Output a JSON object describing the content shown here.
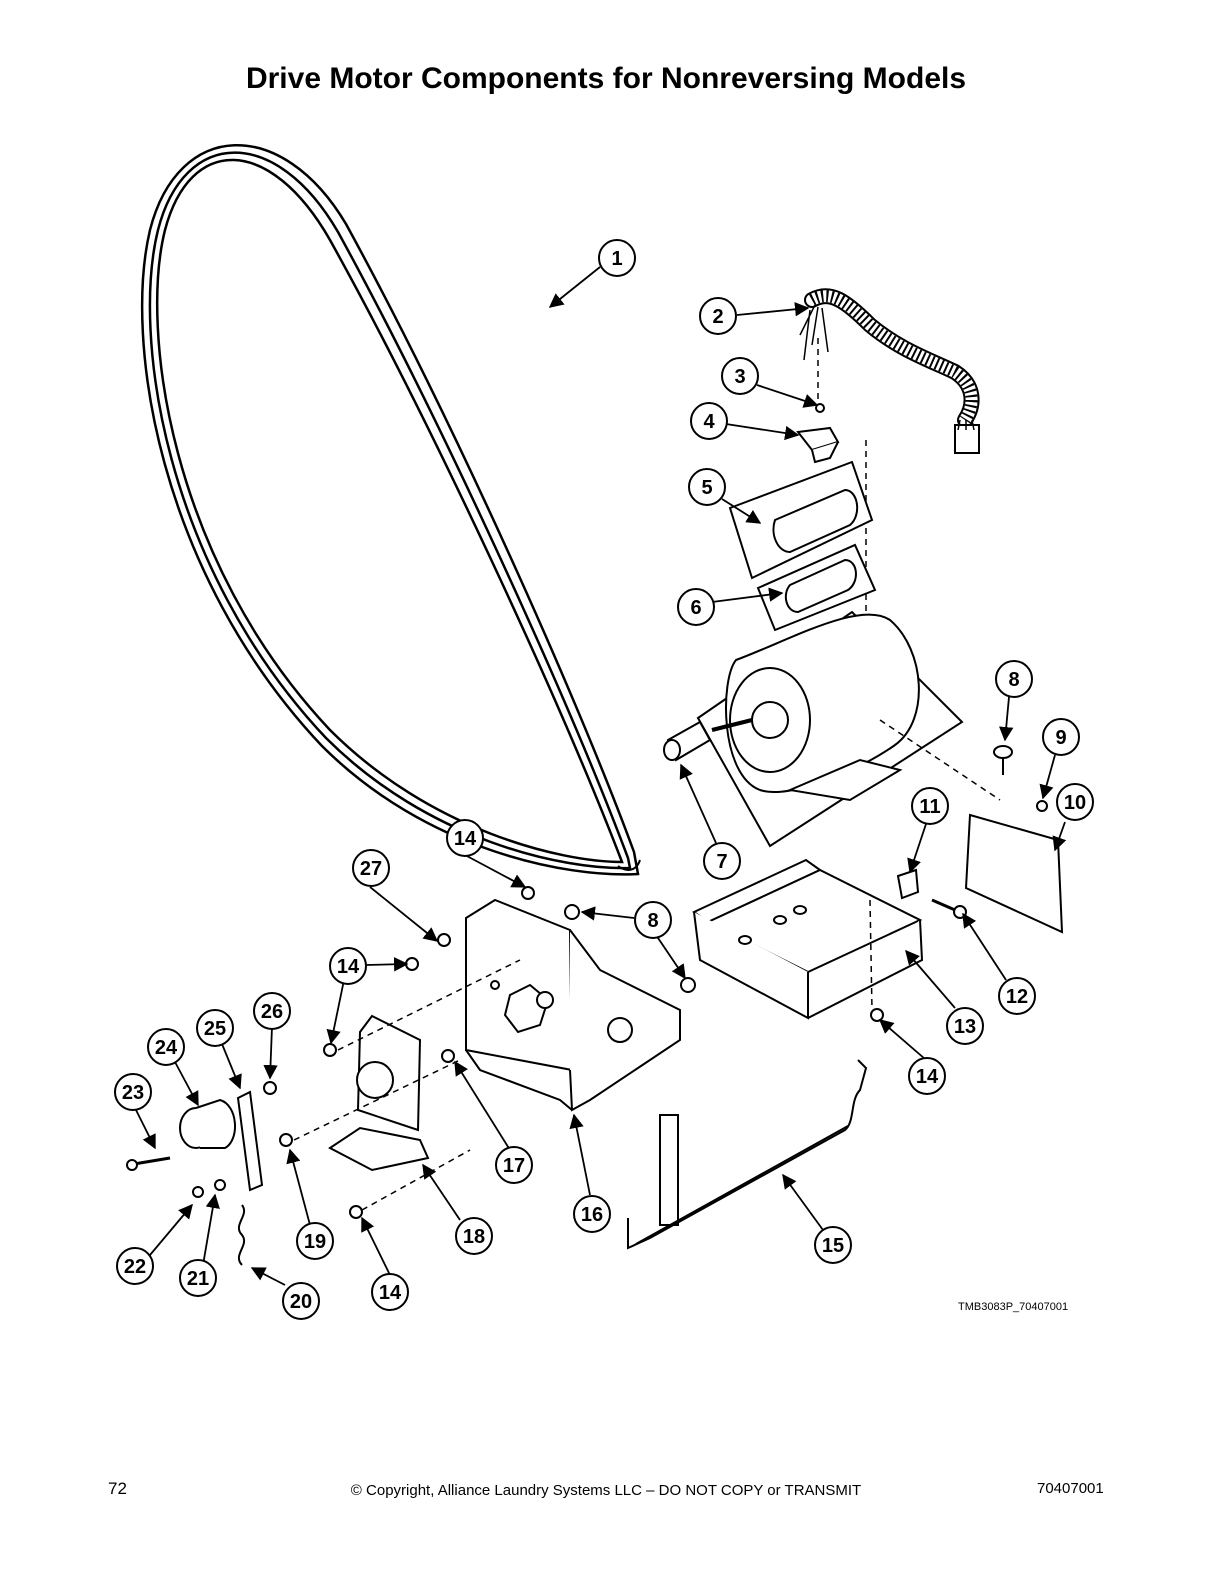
{
  "title": "Drive Motor Components for Nonreversing Models",
  "callouts": [
    {
      "label": "1"
    },
    {
      "label": "2"
    },
    {
      "label": "3"
    },
    {
      "label": "4"
    },
    {
      "label": "5"
    },
    {
      "label": "6"
    },
    {
      "label": "7"
    },
    {
      "label": "8"
    },
    {
      "label": "8"
    },
    {
      "label": "9"
    },
    {
      "label": "10"
    },
    {
      "label": "11"
    },
    {
      "label": "12"
    },
    {
      "label": "13"
    },
    {
      "label": "14"
    },
    {
      "label": "14"
    },
    {
      "label": "14"
    },
    {
      "label": "14"
    },
    {
      "label": "14"
    },
    {
      "label": "15"
    },
    {
      "label": "16"
    },
    {
      "label": "17"
    },
    {
      "label": "18"
    },
    {
      "label": "19"
    },
    {
      "label": "20"
    },
    {
      "label": "21"
    },
    {
      "label": "22"
    },
    {
      "label": "23"
    },
    {
      "label": "24"
    },
    {
      "label": "25"
    },
    {
      "label": "26"
    },
    {
      "label": "27"
    }
  ],
  "drawing_code": "TMB3083P_70407001",
  "footer": {
    "page_number": "72",
    "copyright": "© Copyright, Alliance Laundry Systems LLC – DO NOT COPY or TRANSMIT",
    "document_number": "70407001"
  }
}
